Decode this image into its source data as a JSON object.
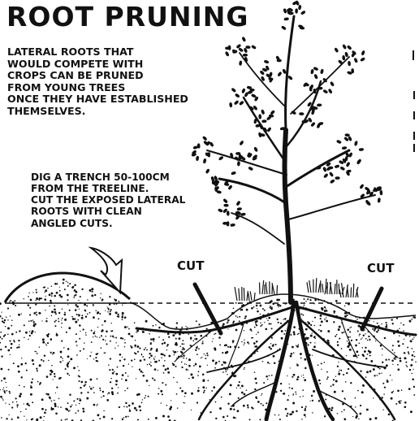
{
  "title": "ROOT PRUNING",
  "intro_text": "LATERAL ROOTS THAT\nWOULD COMPETE WITH\nCROPS CAN BE PRUNED\nFROM YOUNG TREES\nONCE THEY HAVE ESTABLISHED\nTHEMSELVES.",
  "instruction_text": "DIG A TRENCH 50-100cm\nFROM THE TREELINE.\nCUT THE EXPOSED LATERAL\nROOTS WITH CLEAN\nANGLED CUTS.",
  "cut_labels": [
    "CUT",
    "CUT"
  ],
  "colors": {
    "ink": "#111111",
    "paper": "#ffffff"
  }
}
